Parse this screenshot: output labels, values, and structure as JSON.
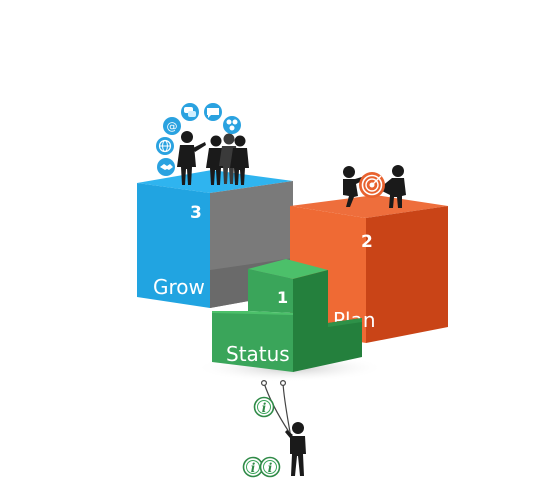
{
  "steps": [
    {
      "number": "1",
      "label": "Status",
      "color": "#3aa55a"
    },
    {
      "number": "2",
      "label": "Plan",
      "color": "#e8622f"
    },
    {
      "number": "3",
      "label": "Grow",
      "color": "#23a6e3"
    }
  ],
  "icons": {
    "grow": [
      "email-icon",
      "chat-bubble-icon",
      "globe-icon",
      "network-icon",
      "handshake-icon"
    ],
    "plan": [
      "target-icon"
    ],
    "status": [
      "info-icon",
      "info-icon",
      "info-icon"
    ]
  },
  "colors": {
    "status_green": "#3aa55a",
    "plan_orange": "#e8622f",
    "grow_blue": "#23a6e3",
    "grey": "#7d7d7d",
    "figure": "#1a1a1a"
  }
}
